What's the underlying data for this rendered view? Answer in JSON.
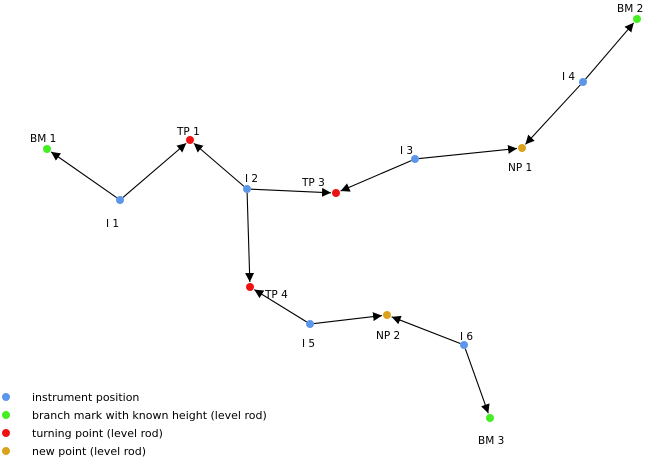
{
  "colors": {
    "instrument": "#5b96ea",
    "branch": "#44ee22",
    "turning": "#ee1111",
    "new": "#dba31c",
    "edge": "#000000"
  },
  "nodes": [
    {
      "id": "BM1",
      "label": "BM 1",
      "kind": "branch"
    },
    {
      "id": "I1",
      "label": "I 1",
      "kind": "instrument"
    },
    {
      "id": "TP1",
      "label": "TP 1",
      "kind": "turning"
    },
    {
      "id": "I2",
      "label": "I 2",
      "kind": "instrument"
    },
    {
      "id": "TP3",
      "label": "TP 3",
      "kind": "turning"
    },
    {
      "id": "I3",
      "label": "I 3",
      "kind": "instrument"
    },
    {
      "id": "NP1",
      "label": "NP 1",
      "kind": "new"
    },
    {
      "id": "I4",
      "label": "I 4",
      "kind": "instrument"
    },
    {
      "id": "BM2",
      "label": "BM 2",
      "kind": "branch"
    },
    {
      "id": "TP4",
      "label": "TP 4",
      "kind": "turning"
    },
    {
      "id": "I5",
      "label": "I 5",
      "kind": "instrument"
    },
    {
      "id": "NP2",
      "label": "NP 2",
      "kind": "new"
    },
    {
      "id": "I6",
      "label": "I 6",
      "kind": "instrument"
    },
    {
      "id": "BM3",
      "label": "BM 3",
      "kind": "branch"
    }
  ],
  "edges": [
    {
      "from": "I1",
      "to": "BM1"
    },
    {
      "from": "I1",
      "to": "TP1"
    },
    {
      "from": "I2",
      "to": "TP1"
    },
    {
      "from": "I2",
      "to": "TP3"
    },
    {
      "from": "I3",
      "to": "TP3"
    },
    {
      "from": "I3",
      "to": "NP1"
    },
    {
      "from": "I4",
      "to": "NP1"
    },
    {
      "from": "I4",
      "to": "BM2"
    },
    {
      "from": "I2",
      "to": "TP4"
    },
    {
      "from": "I5",
      "to": "TP4"
    },
    {
      "from": "I5",
      "to": "NP2"
    },
    {
      "from": "I6",
      "to": "NP2"
    },
    {
      "from": "I6",
      "to": "BM3"
    }
  ],
  "legend": {
    "instrument": "instrument position",
    "branch": "branch mark with known height (level rod)",
    "turning": "turning point (level rod)",
    "new": "new point (level rod)"
  }
}
